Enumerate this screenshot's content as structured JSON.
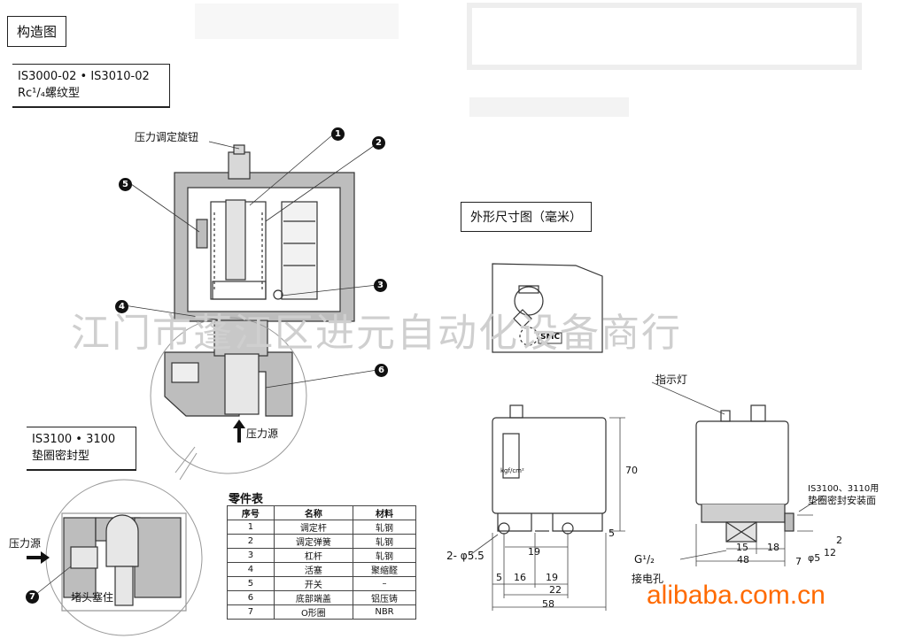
{
  "titles": {
    "structure": "构造图",
    "model_a_line1": "IS3000-02 • IS3010-02",
    "model_a_line2": "Rc¹/₄螺纹型",
    "model_b_line1": "IS3100 • 3100",
    "model_b_line2": "垫圈密封型",
    "dimensions": "外形尺寸图（毫米）"
  },
  "labels": {
    "pressure_knob": "压力调定旋钮",
    "pressure_source_upper": "压力源",
    "pressure_source_lower": "压力源",
    "plug": "堵头塞住",
    "indicator": "指示灯",
    "gasket_note_line1": "IS3100、3110用",
    "gasket_note_line2": "垫圈密封安装面",
    "thread": "G¹/₂",
    "wire_hole": "接电孔",
    "hole_dia": "2- φ5.5",
    "gauge_unit": "kgf/cm²",
    "brand": "SMC"
  },
  "callouts": [
    "1",
    "2",
    "3",
    "4",
    "5",
    "6",
    "7"
  ],
  "dimensions": {
    "d70": "70",
    "d5_right": "5",
    "d19a": "19",
    "d5_left": "5",
    "d16": "16",
    "d19b": "19",
    "d22": "22",
    "d58": "58",
    "d15": "15",
    "d18": "18",
    "d48": "48",
    "d7": "7",
    "d5_side": "φ5",
    "d12": "12",
    "d2": "2"
  },
  "parts_table": {
    "title": "零件表",
    "headers": [
      "序号",
      "名称",
      "材料"
    ],
    "rows": [
      [
        "1",
        "调定杆",
        "轧钢"
      ],
      [
        "2",
        "调定弹簧",
        "轧钢"
      ],
      [
        "3",
        "杠杆",
        "轧钢"
      ],
      [
        "4",
        "活塞",
        "聚缩醛"
      ],
      [
        "5",
        "开关",
        "–"
      ],
      [
        "6",
        "底部端盖",
        "铝压铸"
      ],
      [
        "7",
        "O形圈",
        "NBR"
      ]
    ]
  },
  "watermark": "江门市蓬江区进元自动化设备商行",
  "site": "alibaba.com.cn"
}
